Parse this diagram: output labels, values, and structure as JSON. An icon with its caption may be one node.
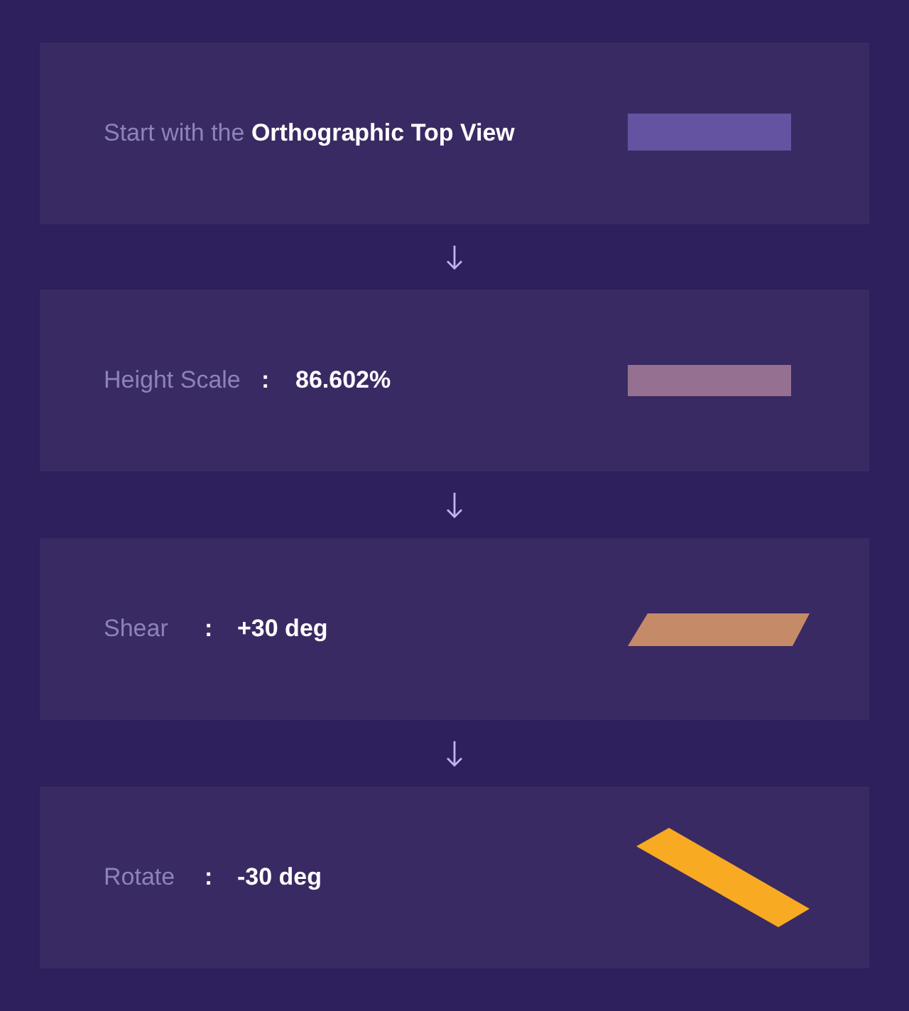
{
  "diagram": {
    "nodes": [
      {
        "text": [
          "Start with the **Orthographic Top View**"
        ]
      },
      {
        "text": [
          "Height Scale",
          ":",
          "86.602%"
        ]
      },
      {
        "text": [
          "Shear",
          ":",
          "+30 deg"
        ]
      },
      {
        "text": [
          "Rotate",
          ":",
          "-30 deg"
        ]
      }
    ],
    "edges": [
      {
        "from": 0,
        "to": 1,
        "arrow": "to"
      },
      {
        "from": 1,
        "to": 2,
        "arrow": "to"
      },
      {
        "from": 2,
        "to": 3,
        "arrow": "to"
      }
    ]
  }
}
